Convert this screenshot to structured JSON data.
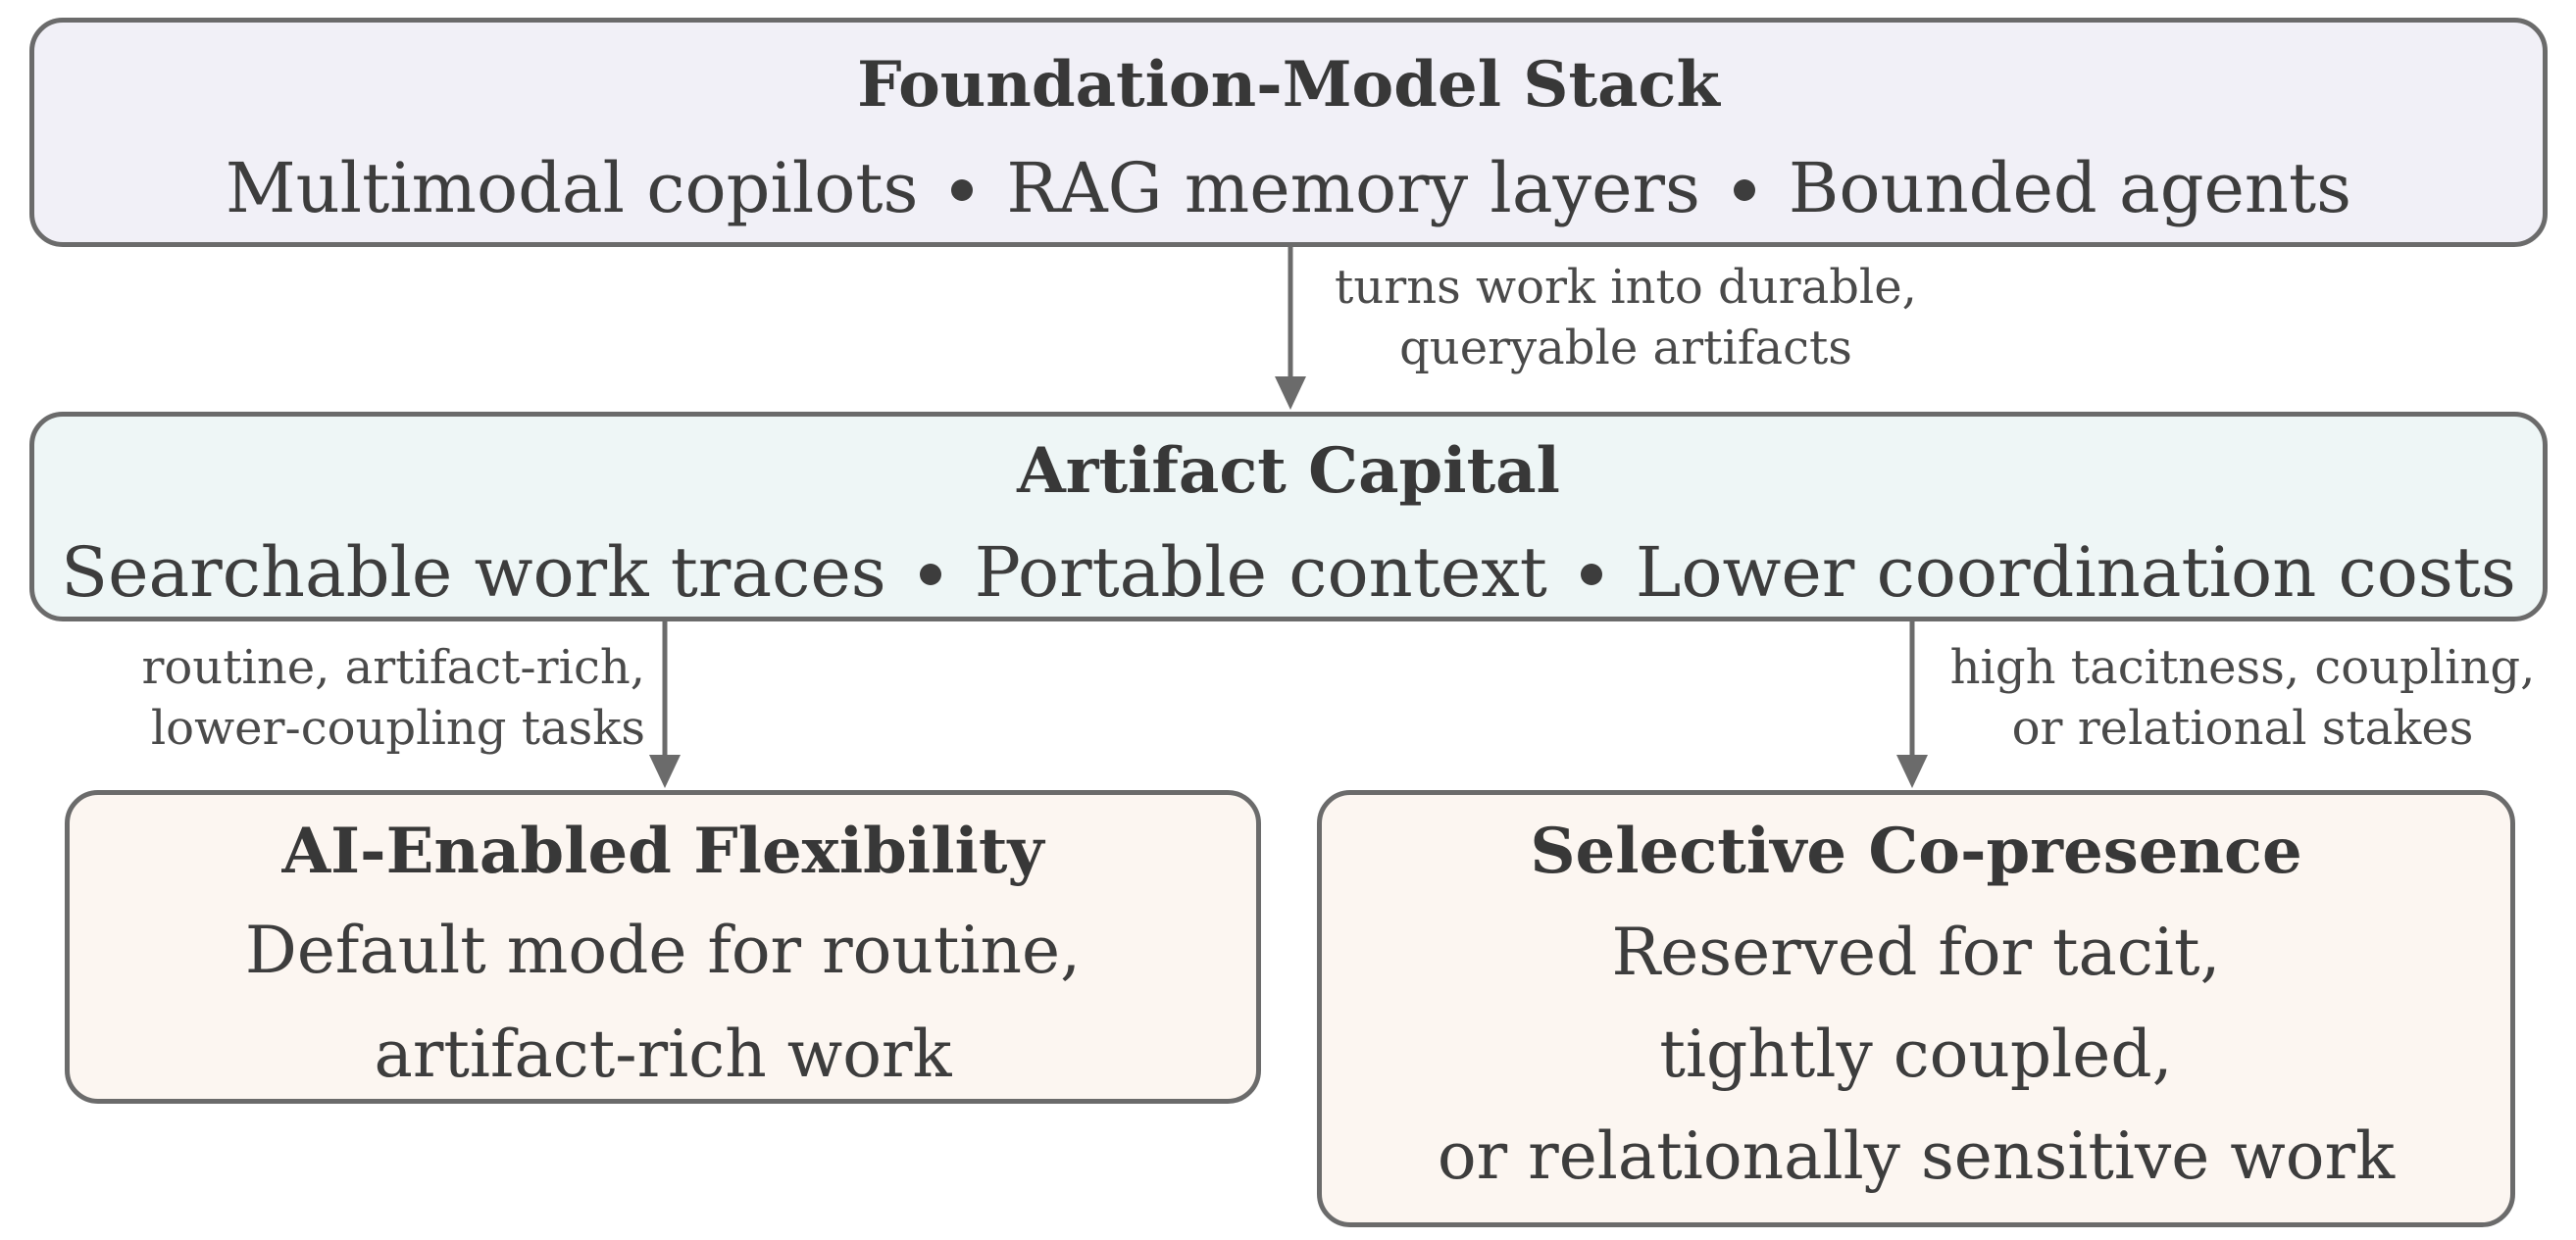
{
  "diagram": {
    "nodes": {
      "stack": {
        "title": "Foundation-Model Stack",
        "items": [
          "Multimodal copilots",
          "RAG memory layers",
          "Bounded agents"
        ]
      },
      "capital": {
        "title": "Artifact Capital",
        "items": [
          "Searchable work traces",
          "Portable context",
          "Lower coordination costs"
        ]
      },
      "flexibility": {
        "title": "AI-Enabled Flexibility",
        "lines": [
          "Default mode for routine,",
          "artifact-rich work"
        ]
      },
      "copresence": {
        "title": "Selective Co-presence",
        "lines": [
          "Reserved for tacit,",
          "tightly coupled,",
          "or relationally sensitive work"
        ]
      }
    },
    "edges": [
      {
        "from": "stack",
        "to": "capital",
        "label_lines": [
          "turns work into durable,",
          "queryable artifacts"
        ]
      },
      {
        "from": "capital",
        "to": "flexibility",
        "label_lines": [
          "routine, artifact-rich,",
          "lower-coupling tasks"
        ]
      },
      {
        "from": "capital",
        "to": "copresence",
        "label_lines": [
          "high tacitness, coupling,",
          "or relational stakes"
        ]
      }
    ]
  },
  "colors": {
    "stack_fill": "#f1f0f7",
    "capital_fill": "#eef6f6",
    "outcome_fill": "#fcf6f1",
    "border": "#6b6b6b",
    "arrow": "#6b6b6b"
  }
}
